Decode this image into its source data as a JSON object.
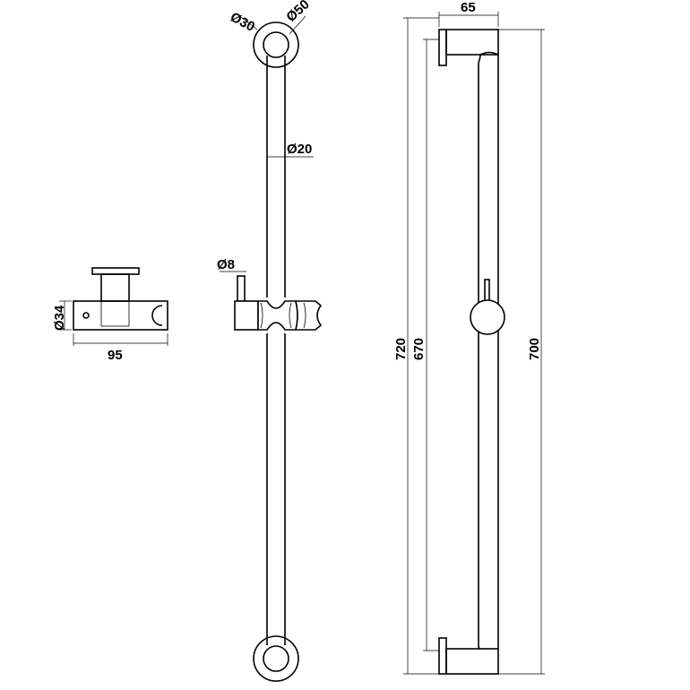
{
  "dimensions": {
    "d30": "Ø30",
    "d50": "Ø50",
    "d20": "Ø20",
    "d8": "Ø8",
    "d34": "Ø34",
    "w95": "95",
    "w65": "65",
    "h720": "720",
    "h670": "670",
    "h700": "700"
  }
}
